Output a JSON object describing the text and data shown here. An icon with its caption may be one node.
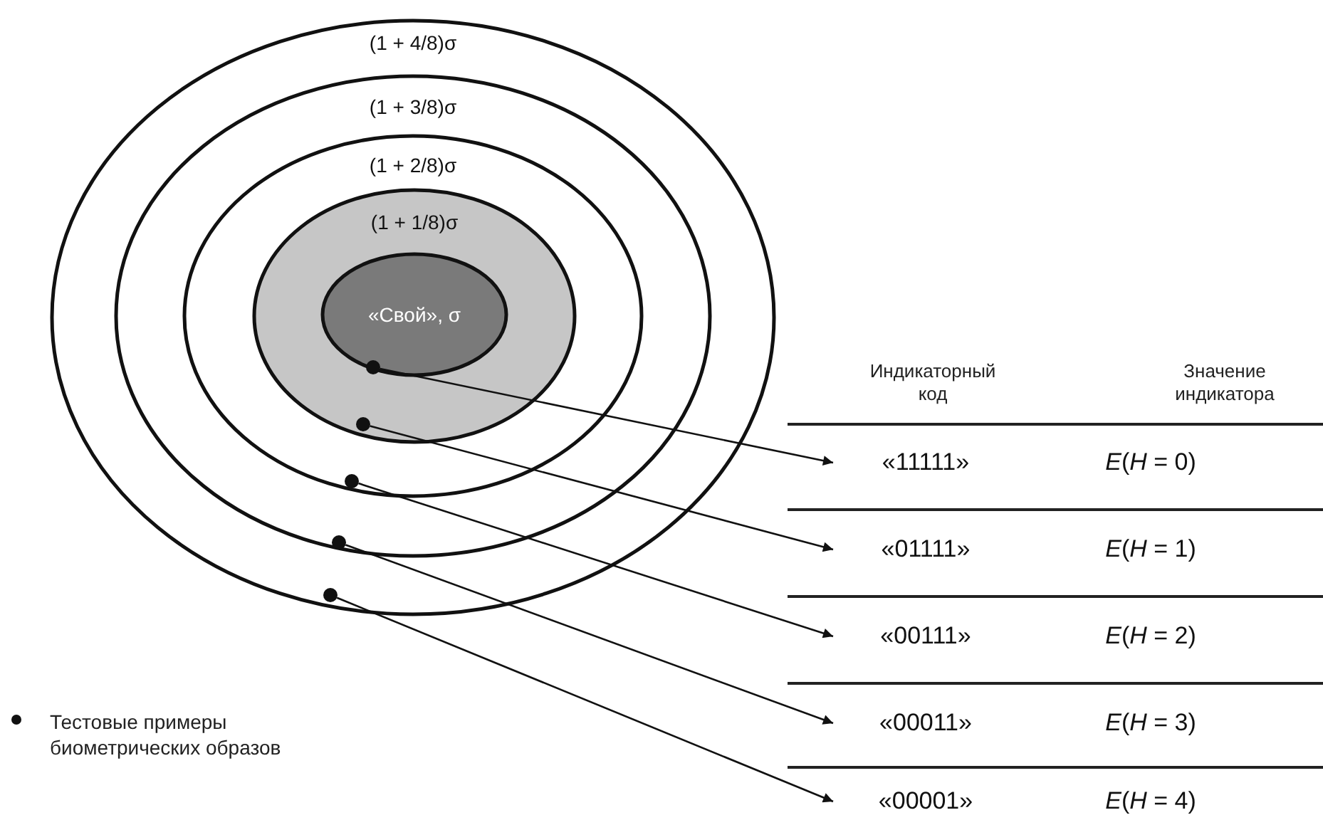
{
  "diagram": {
    "nodes": [
      {
        "text": [
          "(1 + 4/8)σ"
        ]
      },
      {
        "text": [
          "(1 + 3/8)σ"
        ],
        "in": 0
      },
      {
        "text": [
          "(1 + 2/8)σ"
        ],
        "in": 1
      },
      {
        "text": [
          "(1 + 1/8)σ"
        ],
        "in": 2
      },
      {
        "text": [
          "«Свой», σ"
        ],
        "in": 3
      },
      {
        "text": [],
        "shape": "circle",
        "in": 4
      },
      {
        "text": [],
        "shape": "circle",
        "in": 3
      },
      {
        "text": [],
        "shape": "circle",
        "in": 2
      },
      {
        "text": [],
        "shape": "circle",
        "in": 1
      },
      {
        "text": [],
        "shape": "circle",
        "in": 0
      },
      {
        "text": [
          "«11111»"
        ]
      },
      {
        "text": [
          "«01111»"
        ]
      },
      {
        "text": [
          "«00111»"
        ]
      },
      {
        "text": [
          "«00011»"
        ]
      },
      {
        "text": [
          "«00001»"
        ]
      }
    ],
    "edges": [
      {
        "from": 5,
        "to": 10,
        "arrow": "to"
      },
      {
        "from": 6,
        "to": 11,
        "arrow": "to"
      },
      {
        "from": 7,
        "to": 12,
        "arrow": "to"
      },
      {
        "from": 8,
        "to": 13,
        "arrow": "to"
      },
      {
        "from": 9,
        "to": 14,
        "arrow": "to"
      }
    ],
    "labels": [
      "Индикаторный код",
      "Значение индикатора",
      "*E*(*H* = 0)",
      "*E*(*H* = 1)",
      "*E*(*H* = 2)",
      "*E*(*H* = 3)",
      "*E*(*H* = 4)"
    ],
    "legend": [
      {
        "text": "Тестовые примеры биометрических образов"
      }
    ]
  }
}
